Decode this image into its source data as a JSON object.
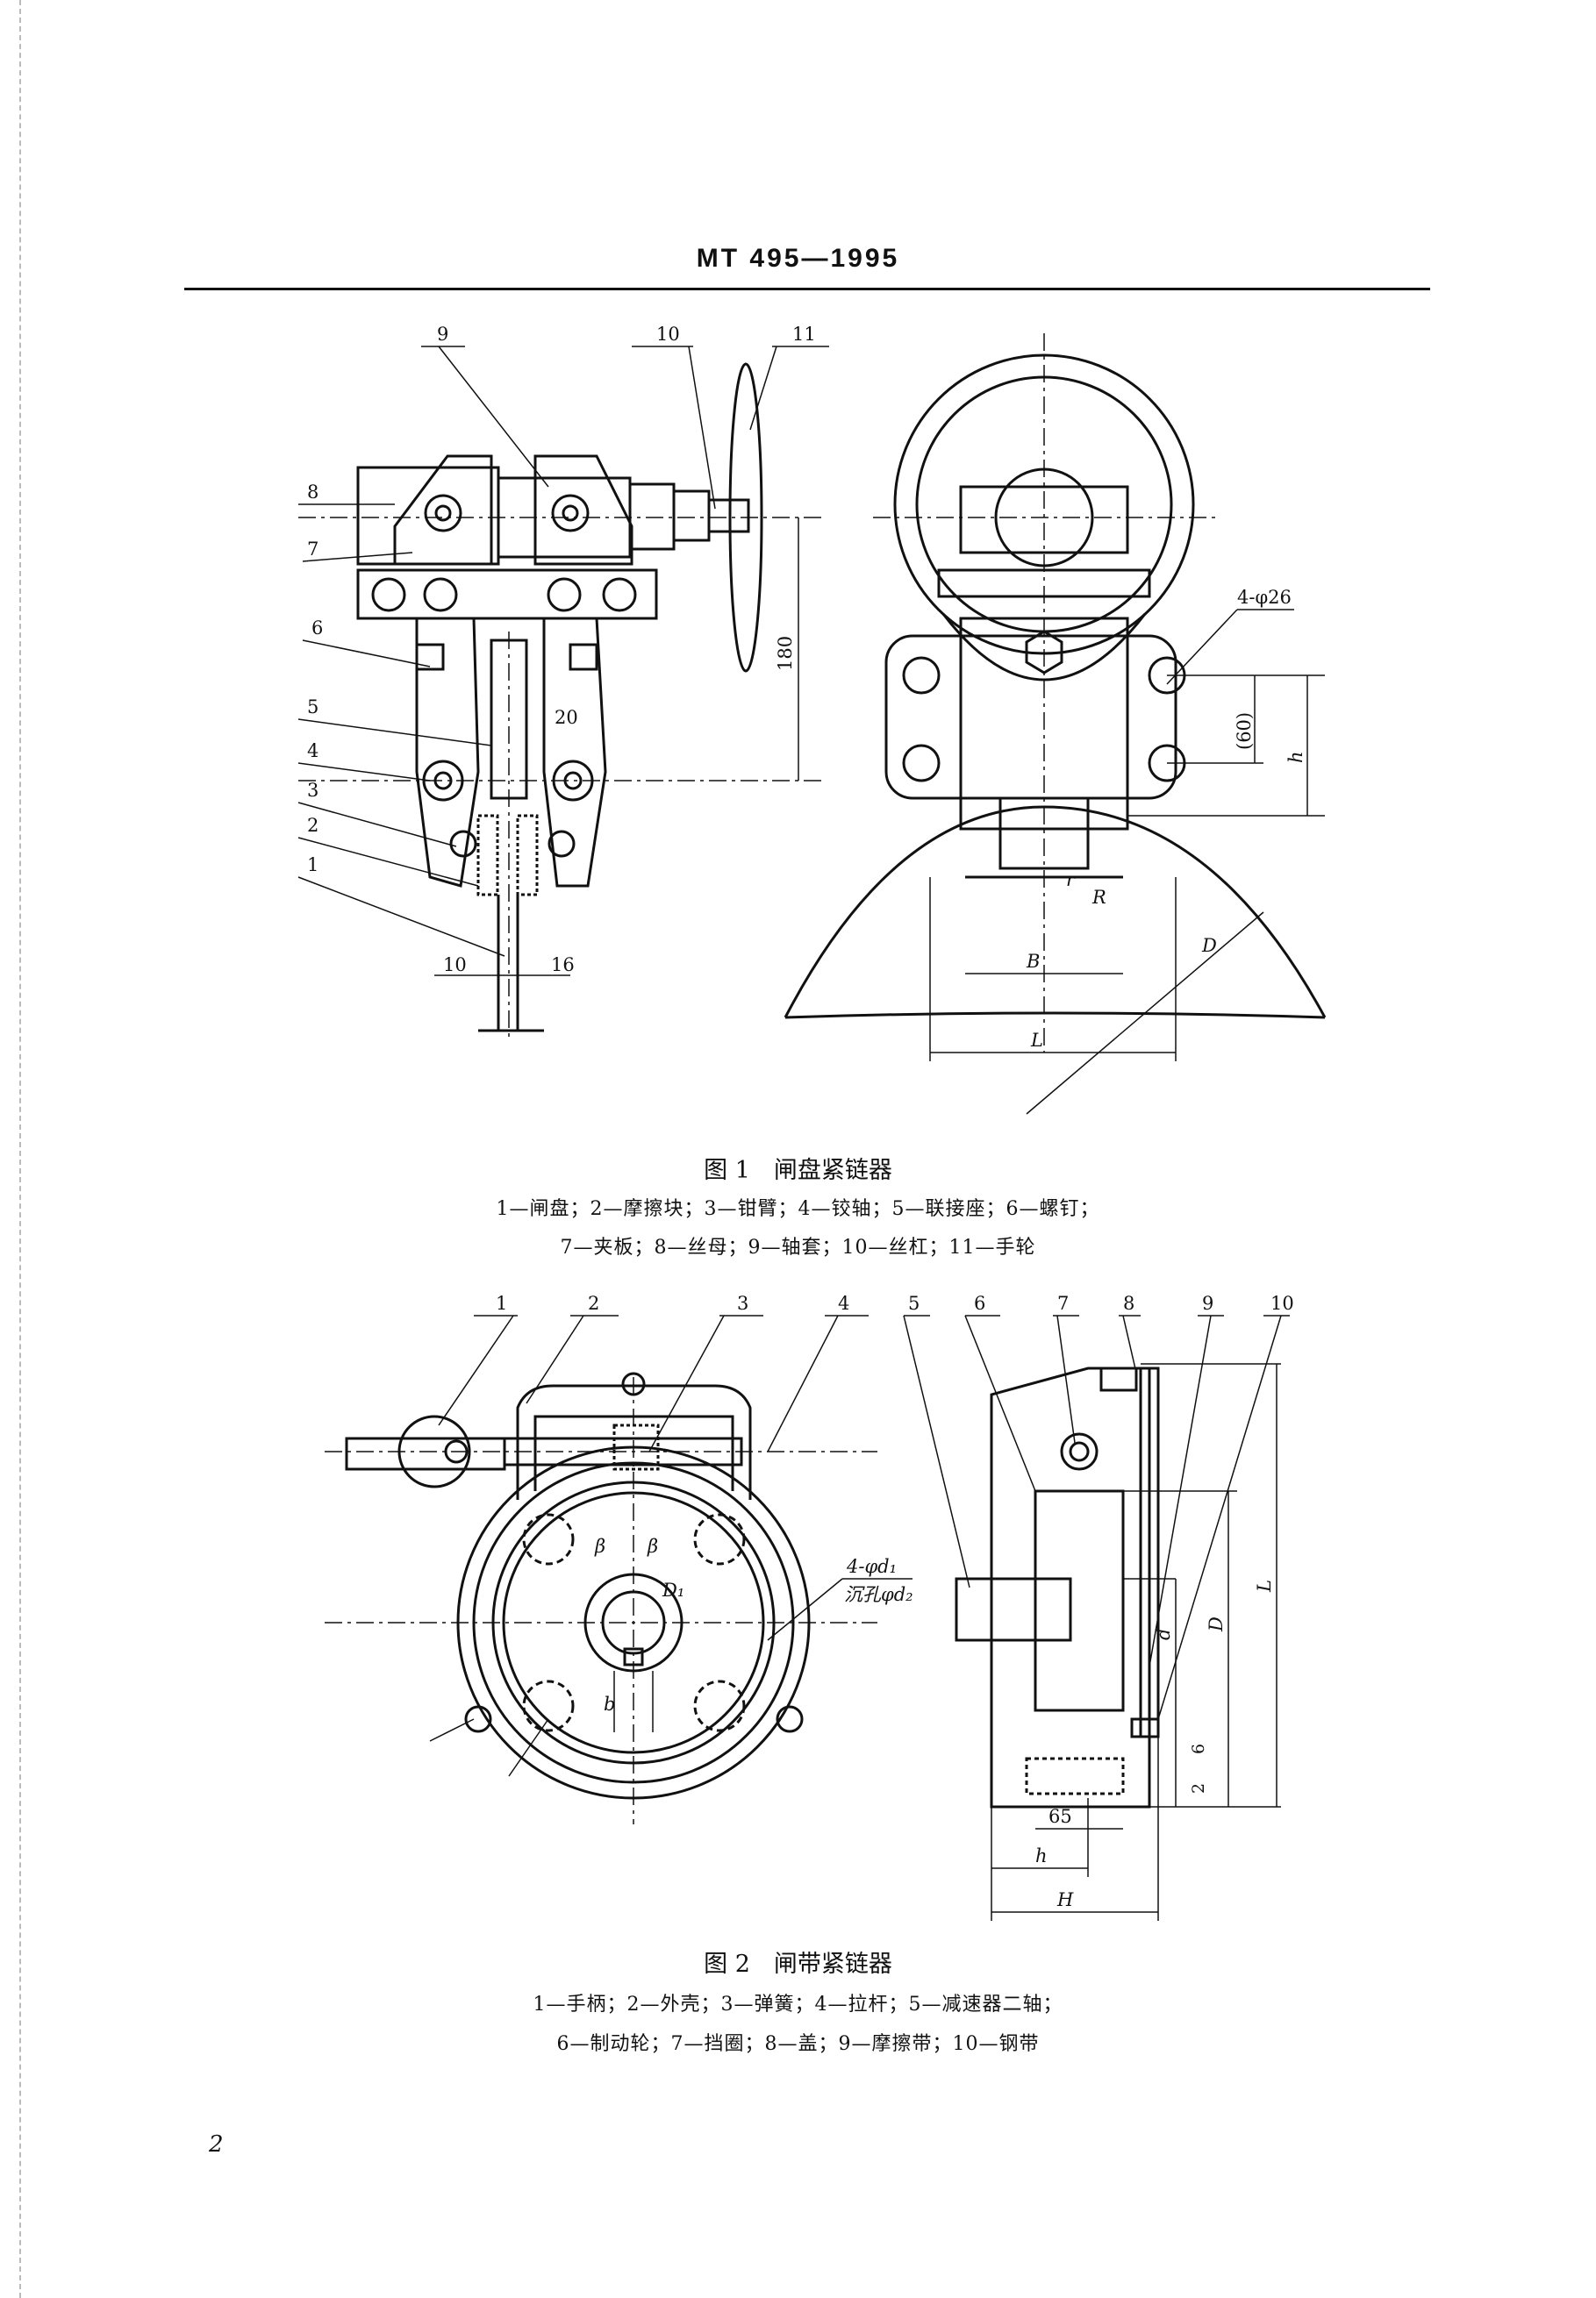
{
  "header": {
    "standard_code": "MT 495—1995"
  },
  "figure1": {
    "caption": "图 1　闸盘紧链器",
    "legend_line1": "1—闸盘；2—摩擦块；3—钳臂；4—铰轴；5—联接座；6—螺钉；",
    "legend_line2": "7—夹板；8—丝母；9—轴套；10—丝杠；11—手轮",
    "callouts": [
      "1",
      "2",
      "3",
      "4",
      "5",
      "6",
      "7",
      "8",
      "9",
      "10",
      "11"
    ],
    "dimensions": {
      "d180": "180",
      "d20": "20",
      "d10": "10",
      "d16": "16",
      "d60": "(60)",
      "h": "h",
      "holes": "4-φ26",
      "B": "B",
      "L": "L",
      "D": "D",
      "r": "r",
      "R": "R"
    }
  },
  "figure2": {
    "caption": "图 2　闸带紧链器",
    "legend_line1": "1—手柄；2—外壳；3—弹簧；4—拉杆；5—减速器二轴；",
    "legend_line2": "6—制动轮；7—挡圈；8—盖；9—摩擦带；10—钢带",
    "callouts": [
      "1",
      "2",
      "3",
      "4",
      "5",
      "6",
      "7",
      "8",
      "9",
      "10"
    ],
    "dimensions": {
      "holes": "4-φd₁",
      "counterbore": "沉孔φd₂",
      "D1": "D₁",
      "beta1": "β",
      "beta2": "β",
      "b": "b",
      "d": "d",
      "D": "D",
      "L": "L",
      "d6": "6",
      "d2": "2",
      "d65": "65",
      "h": "h",
      "H": "H"
    }
  },
  "page_number": "2"
}
